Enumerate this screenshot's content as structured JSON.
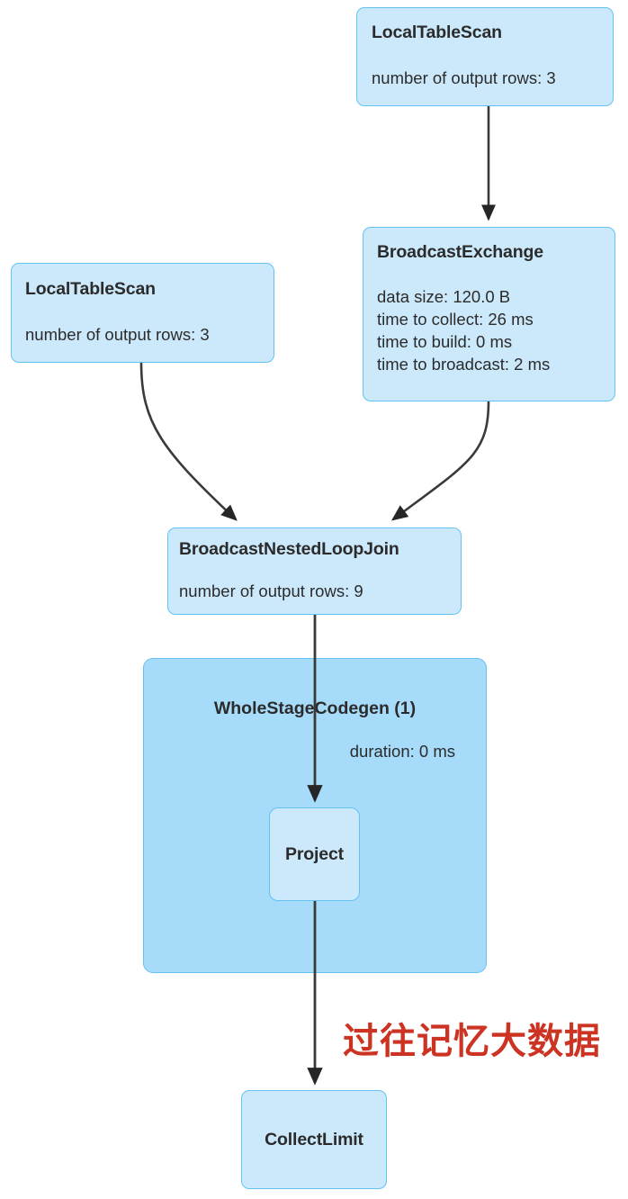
{
  "diagram": {
    "type": "spark-sql-query-execution-plan",
    "colors": {
      "node_fill": "#cce9fb",
      "node_border": "#63c2f2",
      "container_fill": "#a6dbfa",
      "edge": "#3a3a3a",
      "watermark": "#cc3322",
      "text": "#2b2b2b",
      "background": "#ffffff"
    },
    "watermark": "过往记忆大数据",
    "nodes": [
      {
        "id": "localtablescan-top",
        "title": "LocalTableScan",
        "metrics": [
          "number of output rows: 3"
        ]
      },
      {
        "id": "broadcastexchange",
        "title": "BroadcastExchange",
        "metrics": [
          "data size: 120.0 B",
          "time to collect: 26 ms",
          "time to build: 0 ms",
          "time to broadcast: 2 ms"
        ]
      },
      {
        "id": "localtablescan-left",
        "title": "LocalTableScan",
        "metrics": [
          "number of output rows: 3"
        ]
      },
      {
        "id": "broadcastnestedloopjoin",
        "title": "BroadcastNestedLoopJoin",
        "metrics": [
          "number of output rows: 9"
        ]
      },
      {
        "id": "wholestagecodegen",
        "title": "WholeStageCodegen (1)",
        "metrics": [
          "duration: 0 ms"
        ]
      },
      {
        "id": "project",
        "title": "Project",
        "metrics": []
      },
      {
        "id": "collectlimit",
        "title": "CollectLimit",
        "metrics": []
      }
    ],
    "edges": [
      {
        "from": "localtablescan-top",
        "to": "broadcastexchange",
        "style": "straight"
      },
      {
        "from": "localtablescan-left",
        "to": "broadcastnestedloopjoin",
        "style": "curved"
      },
      {
        "from": "broadcastexchange",
        "to": "broadcastnestedloopjoin",
        "style": "curved"
      },
      {
        "from": "broadcastnestedloopjoin",
        "to": "project",
        "style": "straight"
      },
      {
        "from": "project",
        "to": "collectlimit",
        "style": "straight"
      }
    ]
  }
}
